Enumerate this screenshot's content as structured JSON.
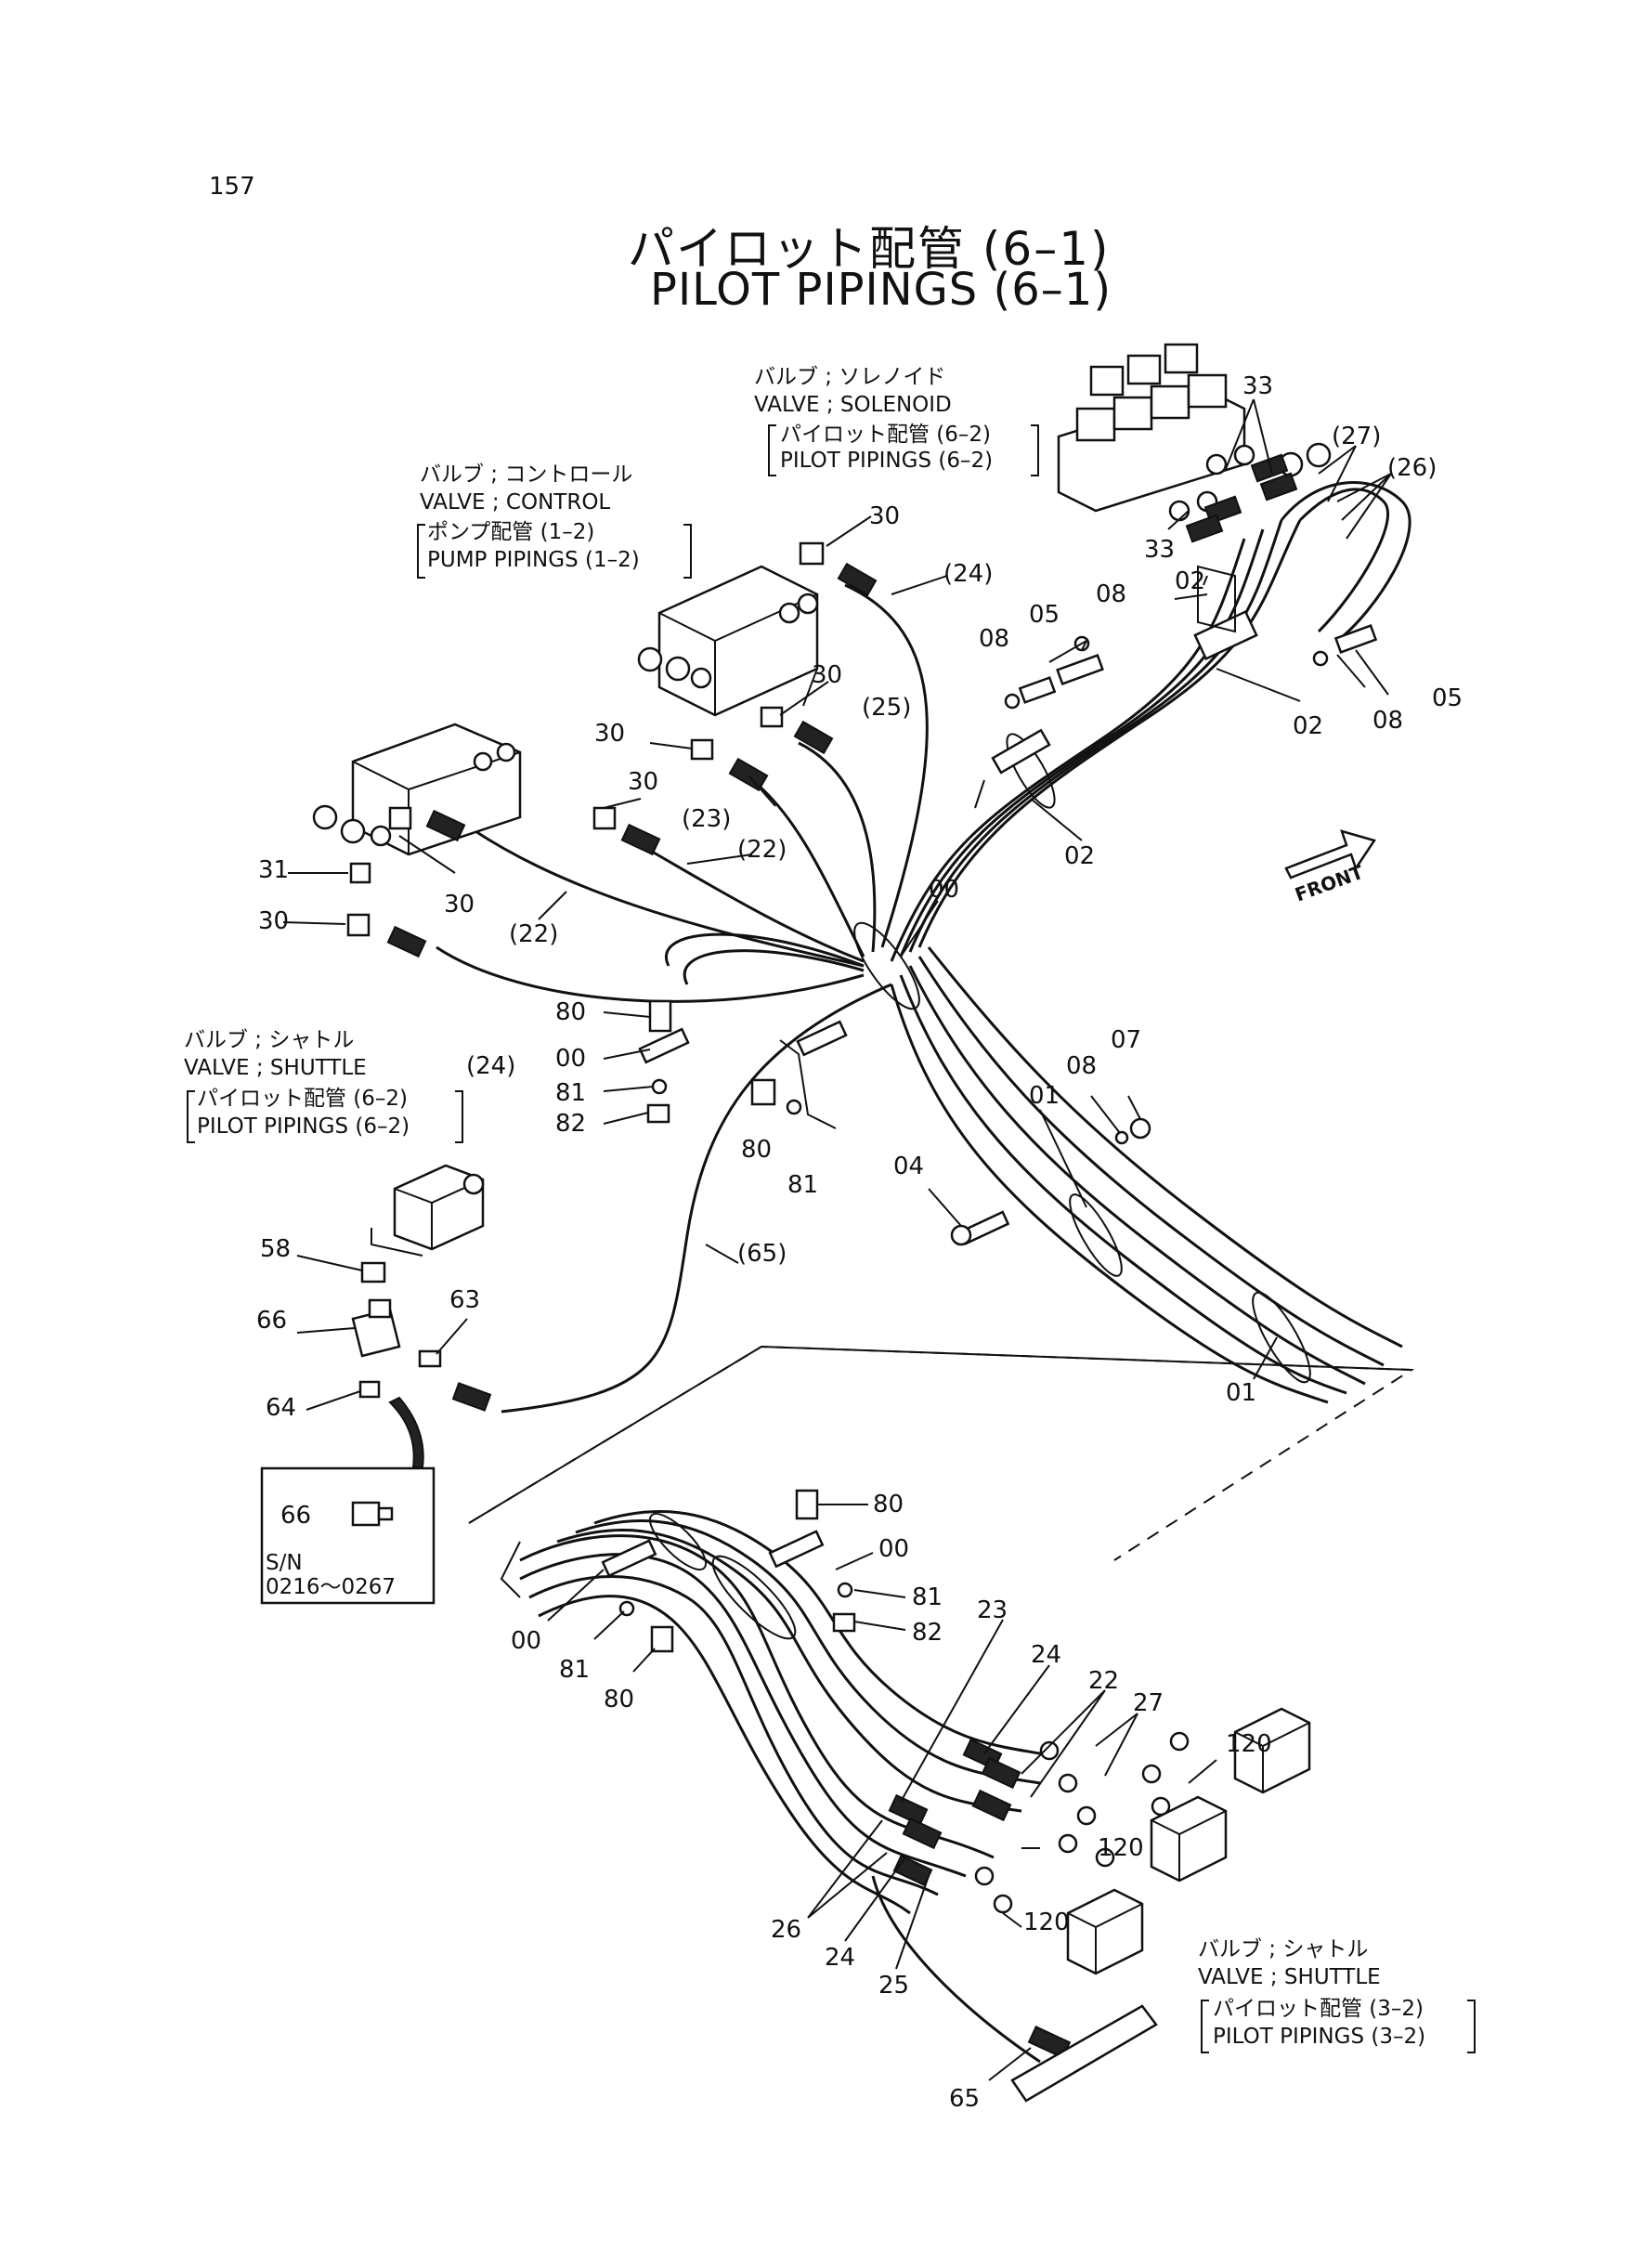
{
  "page_number": "157",
  "title_jp": "パイロット配管 (6–1)",
  "title_en": "PILOT PIPINGS (6–1)",
  "captions": {
    "solenoid": {
      "jp": "バルブ ; ソレノイド",
      "en": "VALVE ; SOLENOID",
      "ref_jp": "パイロット配管 (6–2)",
      "ref_en": "PILOT PIPINGS (6–2)"
    },
    "control": {
      "jp": "バルブ ; コントロール",
      "en": "VALVE ; CONTROL",
      "ref_jp": "ポンプ配管 (1–2)",
      "ref_en": "PUMP PIPINGS (1–2)"
    },
    "shuttle_upper": {
      "jp": "バルブ ; シャトル",
      "en": "VALVE ; SHUTTLE",
      "ref_jp": "パイロット配管 (6–2)",
      "ref_en": "PILOT PIPINGS (6–2)"
    },
    "shuttle_lower": {
      "jp": "バルブ ; シャトル",
      "en": "VALVE ; SHUTTLE",
      "ref_jp": "パイロット配管 (3–2)",
      "ref_en": "PILOT PIPINGS (3–2)"
    }
  },
  "inset": {
    "part": "66",
    "sn_label": "S/N",
    "sn_range": "0216～0267"
  },
  "front_label": "FRONT",
  "labels": {
    "l33a": "33",
    "l27a": "(27)",
    "l26a": "(26)",
    "l33b": "33",
    "l30a": "30",
    "l24a": "(24)",
    "l08a": "08",
    "l05a": "05",
    "l02a": "02",
    "l08b": "08",
    "l05b": "05",
    "l02b": "02",
    "l08c": "08",
    "l30b": "30",
    "l25a": "(25)",
    "l30c": "30",
    "l30d": "30",
    "l23a": "(23)",
    "l22a": "(22)",
    "l02c": "02",
    "l31": "31",
    "l30e": "30",
    "l30f": "30",
    "l22b": "(22)",
    "l00a": "00",
    "l80a": "80",
    "l00b": "00",
    "l24b": "(24)",
    "l07": "07",
    "l08d": "08",
    "l01a": "01",
    "l81a": "81",
    "l82a": "82",
    "l80b": "80",
    "l81b": "81",
    "l04": "04",
    "l65a": "(65)",
    "l58": "58",
    "l63": "63",
    "l66": "66",
    "l64": "64",
    "l01b": "01",
    "l80c": "80",
    "l00c": "00",
    "l81c": "81",
    "l82b": "82",
    "l00d": "00",
    "l81d": "81",
    "l80d": "80",
    "l23b": "23",
    "l24c": "24",
    "l22c": "22",
    "l27b": "27",
    "l120a": "120",
    "l120b": "120",
    "l120c": "120",
    "l26b": "26",
    "l24d": "24",
    "l25b": "25",
    "l65b": "65"
  }
}
